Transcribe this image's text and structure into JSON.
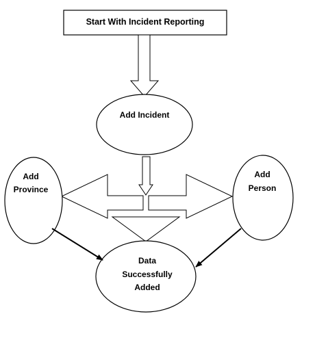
{
  "nodes": {
    "start": "Start With Incident Reporting",
    "incident": "Add Incident",
    "province": [
      "Add",
      "Province"
    ],
    "person": [
      "Add",
      "Person"
    ],
    "result": [
      "Data",
      "Successfully",
      "Added"
    ]
  },
  "colors": {
    "stroke": "#000000",
    "fill": "#ffffff"
  }
}
